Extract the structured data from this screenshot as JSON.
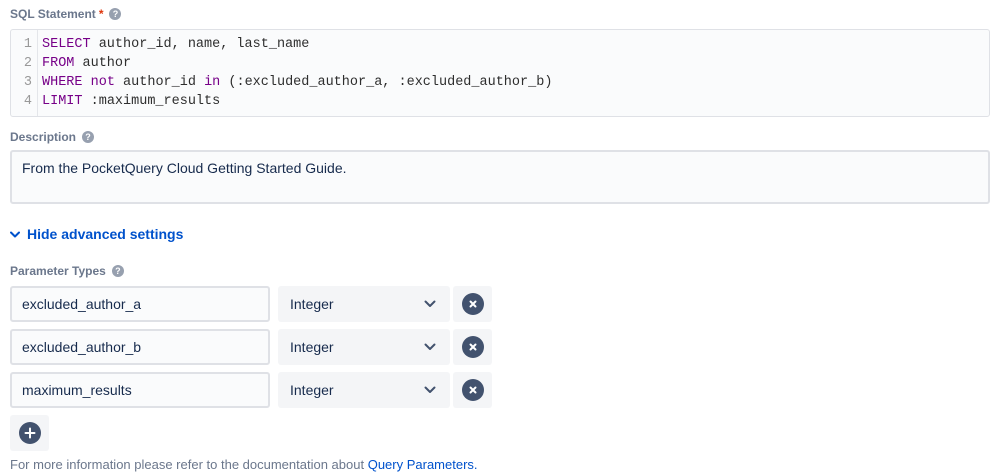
{
  "sql_section": {
    "label": "SQL Statement",
    "required_mark": "*",
    "code": {
      "line_numbers": [
        "1",
        "2",
        "3",
        "4"
      ],
      "lines": [
        [
          {
            "text": "SELECT",
            "type": "keyword"
          },
          {
            "text": " author_id, name, last_name",
            "type": "plain"
          }
        ],
        [
          {
            "text": "FROM",
            "type": "keyword"
          },
          {
            "text": " author",
            "type": "plain"
          }
        ],
        [
          {
            "text": "WHERE",
            "type": "keyword"
          },
          {
            "text": " ",
            "type": "plain"
          },
          {
            "text": "not",
            "type": "keyword"
          },
          {
            "text": " author_id ",
            "type": "plain"
          },
          {
            "text": "in",
            "type": "keyword"
          },
          {
            "text": " (:excluded_author_a, :excluded_author_b)",
            "type": "plain"
          }
        ],
        [
          {
            "text": "LIMIT",
            "type": "keyword"
          },
          {
            "text": " :maximum_results",
            "type": "plain"
          }
        ]
      ]
    }
  },
  "description_section": {
    "label": "Description",
    "value": "From the PocketQuery Cloud Getting Started Guide."
  },
  "advanced_toggle": {
    "label": "Hide advanced settings"
  },
  "parameters": {
    "label": "Parameter Types",
    "rows": [
      {
        "name": "excluded_author_a",
        "type": "Integer"
      },
      {
        "name": "excluded_author_b",
        "type": "Integer"
      },
      {
        "name": "maximum_results",
        "type": "Integer"
      }
    ]
  },
  "footer": {
    "text": "For more information please refer to the documentation about ",
    "link": "Query Parameters."
  },
  "icons": {
    "help": "question-mark-circle",
    "toggle": "chevron-down",
    "select": "chevron-down",
    "remove": "cross-circle",
    "add": "plus-circle"
  },
  "colors": {
    "label": "#6b778c",
    "required": "#de350b",
    "link": "#0052cc",
    "keyword": "#770088",
    "field_bg": "#fafbfc",
    "field_border": "#dfe1e6",
    "subtle_button_bg": "#f4f5f7",
    "icon_circle": "#42526e"
  }
}
